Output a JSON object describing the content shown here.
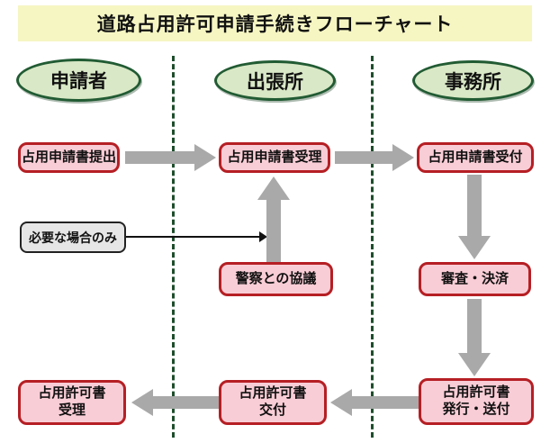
{
  "title": "道路占用許可申請手続きフローチャート",
  "lanes": [
    {
      "label": "申請者"
    },
    {
      "label": "出張所"
    },
    {
      "label": "事務所"
    }
  ],
  "nodes": {
    "submit": {
      "label": "占用申請書提出"
    },
    "accept": {
      "label": "占用申請書受理"
    },
    "receive": {
      "label": "占用申請書受付"
    },
    "note": {
      "label": "必要な場合のみ"
    },
    "police": {
      "label": "警察との協議"
    },
    "review": {
      "label": "審査・決済"
    },
    "permit_receive": {
      "line1": "占用許可書",
      "line2": "受理"
    },
    "permit_deliver": {
      "line1": "占用許可書",
      "line2": "交付"
    },
    "permit_issue": {
      "line1": "占用許可書",
      "line2": "発行・送付"
    }
  },
  "colors": {
    "title_bg": "#f6f6c3",
    "ellipse_fill": "#d9e8c6",
    "ellipse_border": "#215b33",
    "process_fill": "#f9cdd6",
    "process_border": "#b51f24",
    "note_fill": "#e6e6e6",
    "arrow_gray": "#a9a9a9",
    "divider_green": "#1d4d2b",
    "background": "#ffffff"
  }
}
